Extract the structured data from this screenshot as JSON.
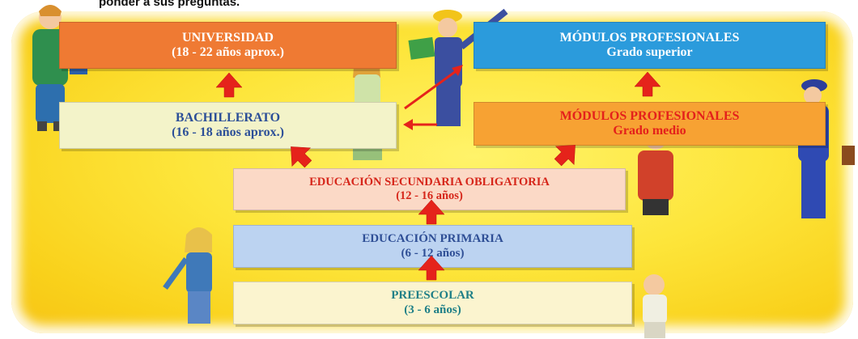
{
  "header": {
    "text": "ponder a sus preguntas."
  },
  "boxes": {
    "universidad": {
      "title": "UNIVERSIDAD",
      "subtitle": "(18 - 22 años aprox.)"
    },
    "modulos_superior": {
      "title": "MÓDULOS PROFESIONALES",
      "subtitle": "Grado superior"
    },
    "bachillerato": {
      "title": "BACHILLERATO",
      "subtitle": "(16 - 18 años aprox.)"
    },
    "modulos_medio": {
      "title": "MÓDULOS PROFESIONALES",
      "subtitle": "Grado medio"
    },
    "secundaria": {
      "title": "EDUCACIÓN SECUNDARIA OBLIGATORIA",
      "subtitle": "(12 - 16 años)"
    },
    "primaria": {
      "title": "EDUCACIÓN PRIMARIA",
      "subtitle": "(6 - 12 años)"
    },
    "preescolar": {
      "title": "PREESCOLAR",
      "subtitle": "(3 - 6 años)"
    }
  },
  "colors": {
    "background": "#fde53a",
    "arrow": "#e5231b",
    "universidad": "#ef7a33",
    "modulos_superior": "#2b9bdc",
    "bachillerato": "#f3f3c9",
    "modulos_medio": "#f7a233",
    "secundaria": "#fbd9c6",
    "primaria": "#bcd3f1",
    "preescolar": "#fbf4cf"
  }
}
